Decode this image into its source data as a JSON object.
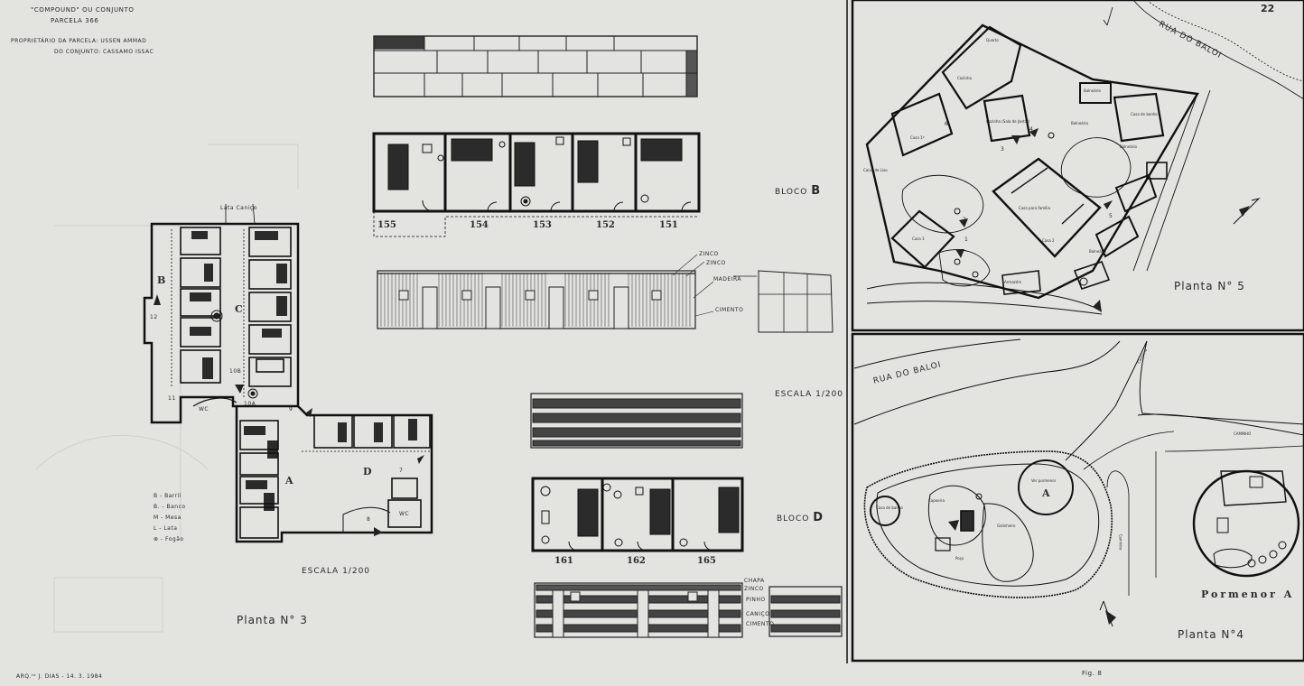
{
  "colors": {
    "paper": "#e3e3e0",
    "ink": "#222222",
    "fill": "#2b2b2b",
    "frame": "#111111"
  },
  "header": {
    "line1": "\"COMPOUND\" OU CONJUNTO",
    "line2": "PARCELA  366",
    "owner_parcel": "PROPRIETÁRIO DA PARCELA: USSEN AMMAD",
    "owner_compound": "DO CONJUNTO: CASSAMO ISSAC"
  },
  "plan3": {
    "title": "Planta  N° 3",
    "scale": "ESCALA  1/200",
    "top_labels": "Lata  Caniço",
    "letters": {
      "b": "B",
      "c": "C",
      "a": "A",
      "d": "D"
    },
    "markers": {
      "m12": "12",
      "m10b": "10B",
      "m10a": "10A",
      "m11": "11",
      "m9": "9",
      "m7": "7",
      "m8": "8"
    },
    "wc1": "WC",
    "wc2": "WC",
    "legend": [
      "B - Barril",
      "B. - Banco",
      "M - Mesa",
      "L - Lata",
      "⊗ - Fogão"
    ]
  },
  "blocoB": {
    "label": "BLOCO",
    "letter": "B",
    "units": [
      "155",
      "154",
      "153",
      "152",
      "151"
    ],
    "tags": [
      "ZINCO",
      "ZINCO",
      "MADEIRA",
      "CIMENTO"
    ]
  },
  "blocoD": {
    "label": "BLOCO",
    "letter": "D",
    "units": [
      "161",
      "162",
      "165"
    ],
    "tags": [
      "CHAPA",
      "ZINCO",
      "PINHO",
      "CANIÇO",
      "CIMENTO"
    ]
  },
  "scale_middle": "ESCALA  1/200",
  "plan5": {
    "page_number": "22",
    "street": "RUA  DO  BALOI",
    "title": "Planta  N° 5",
    "areas": [
      "Quarto",
      "Cozinha",
      "Casa 1º",
      "Cozinha (Sala de Jantar)",
      "Balneário",
      "Balneário",
      "Casa de banho",
      "Balneário",
      "Casa para família",
      "Casa 2",
      "Casa 3",
      "Balneário",
      "Armazém",
      "Caixa de Lixo"
    ],
    "markers": [
      "1",
      "2",
      "3",
      "4",
      "5",
      "6"
    ]
  },
  "plan4": {
    "street": "RUA  DO  BALOI",
    "title": "Planta  N°4",
    "detail": "Pormenor  A",
    "detail_letter": "A",
    "labels": [
      "CAMINHO",
      "Caminho",
      "Caminho",
      "Casa de banho",
      "Capoeira",
      "Galinheiro",
      "Poço",
      "Ver pormenor"
    ]
  },
  "footer": {
    "author": "ARQ.ᵗᵒ  J. DIAS  -  14. 3. 1984",
    "figure": "Fig. 8"
  }
}
